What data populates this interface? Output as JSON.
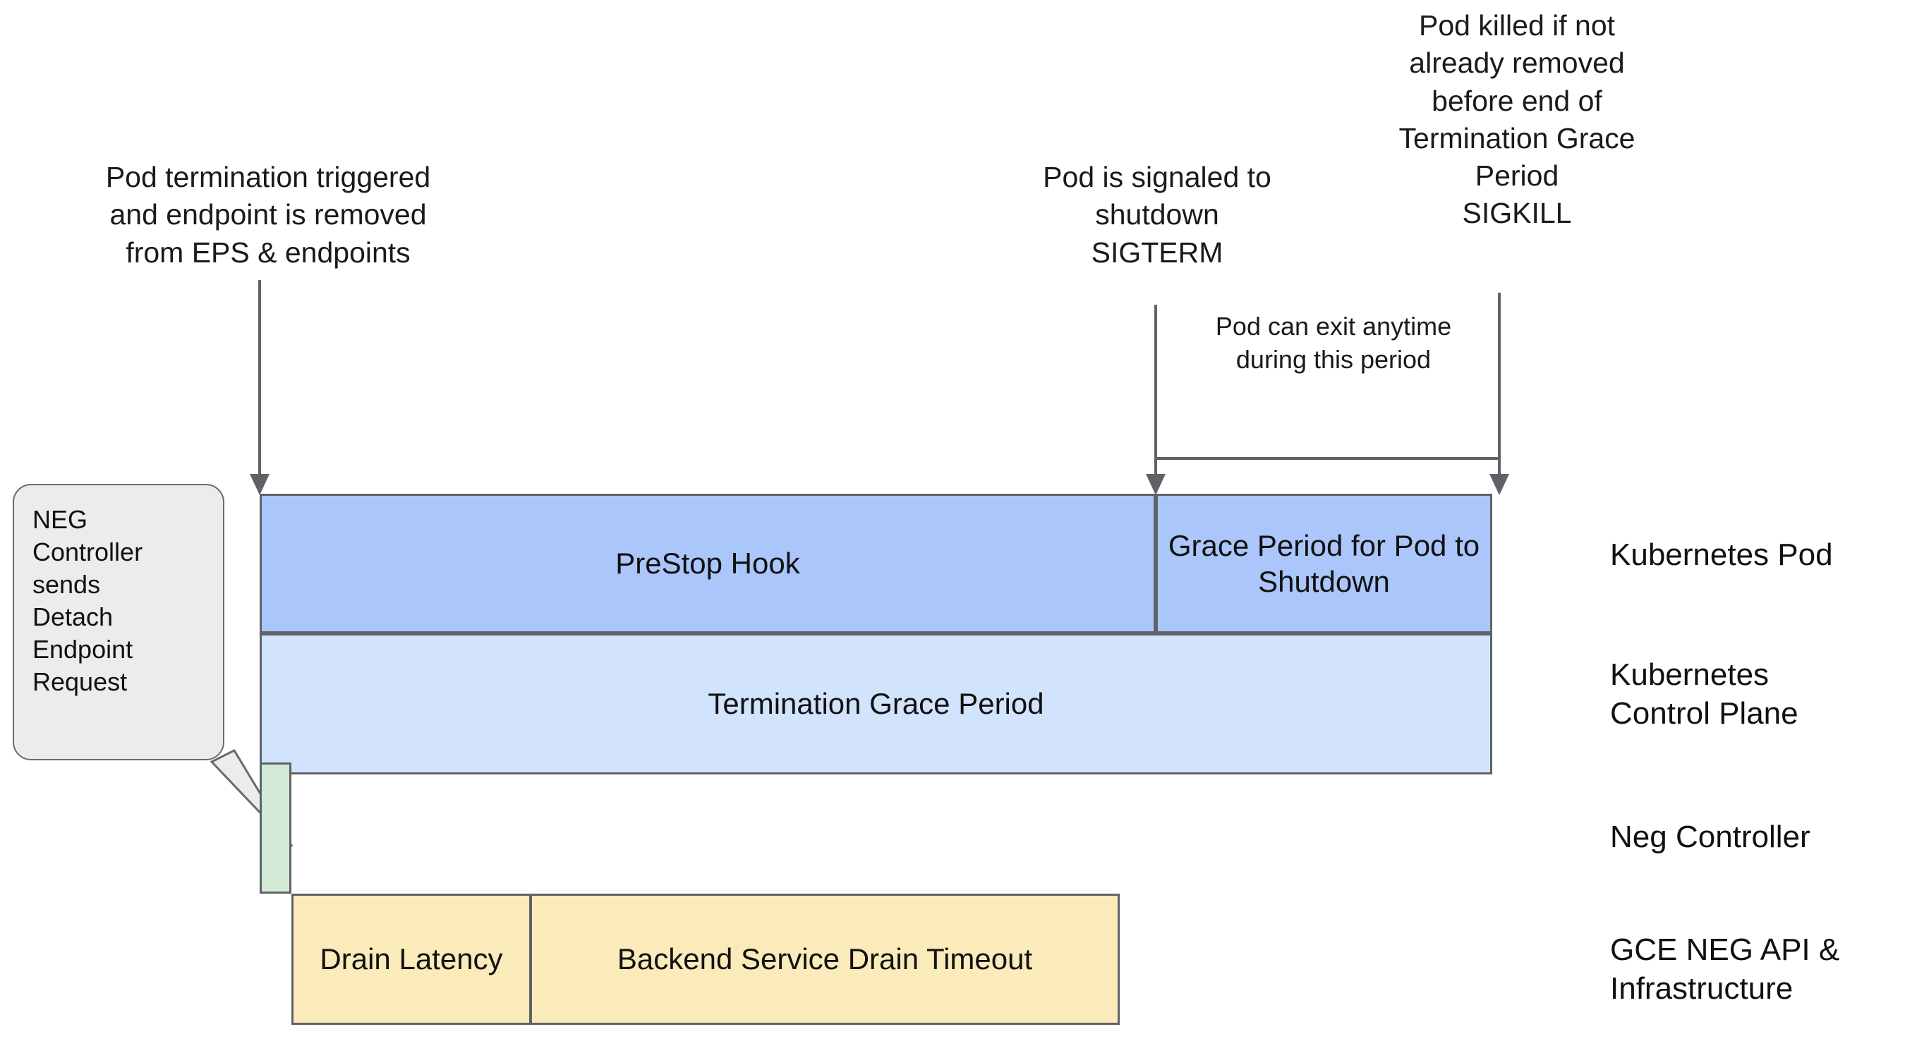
{
  "annotations": {
    "pod_termination": "Pod termination triggered\nand endpoint is removed\nfrom EPS & endpoints",
    "sigterm": "Pod is signaled to\nshutdown\nSIGTERM",
    "sigkill": "Pod killed if not\nalready removed\nbefore end of\nTermination Grace\nPeriod\nSIGKILL",
    "pod_can_exit": "Pod can exit anytime\nduring this period"
  },
  "callout": {
    "text": "NEG\nController\nsends\nDetach\nEndpoint\nRequest"
  },
  "bars": {
    "prestop": "PreStop Hook",
    "grace_period": "Grace Period for\nPod to Shutdown",
    "termination_grace_period": "Termination Grace Period",
    "neg_controller": "",
    "drain_latency": "Drain\nLatency",
    "backend_service_drain_timeout": "Backend Service Drain Timeout"
  },
  "legend": {
    "kubernetes_pod": "Kubernetes Pod",
    "kubernetes_control_plane": "Kubernetes\nControl Plane",
    "neg_controller": "Neg Controller",
    "gce_neg_api": "GCE NEG API &\nInfrastructure"
  },
  "colors": {
    "pod_blue": "#aac6fa",
    "control_plane_blue": "#d2e3fd",
    "neg_green": "#d2e9d5",
    "gce_yellow": "#fbeaba",
    "stroke": "#5f6368",
    "bubble_fill": "#ececec"
  }
}
